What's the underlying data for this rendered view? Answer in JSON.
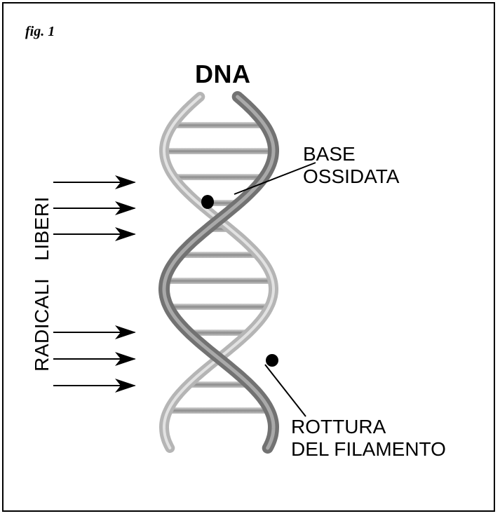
{
  "figure_label": "fig. 1",
  "title": "DNA",
  "side_label": "RADICALI   LIBERI",
  "callouts": {
    "oxidized_base": [
      "BASE",
      "OSSIDATA"
    ],
    "strand_break": [
      "ROTTURA",
      "DEL FILAMENTO"
    ]
  },
  "colors": {
    "border": "#000000",
    "strand_dark": "#6e6e6e",
    "strand_light": "#bdbdbd",
    "rung": "#9a9a9a",
    "arrow": "#000000"
  }
}
